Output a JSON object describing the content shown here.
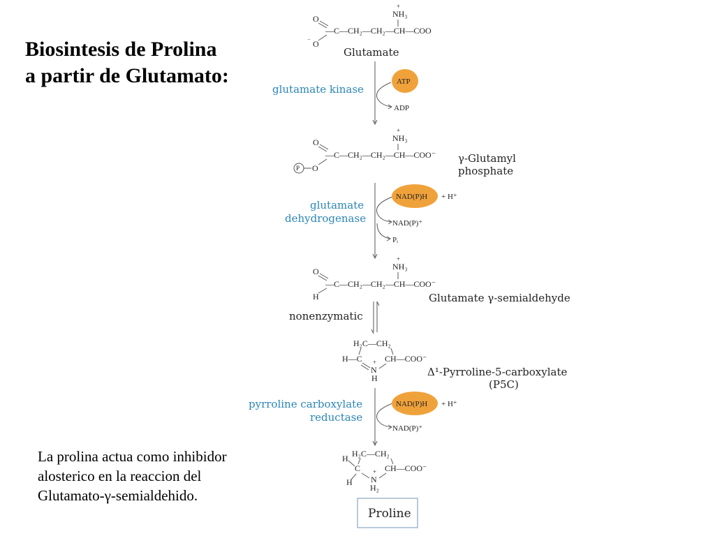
{
  "title": {
    "line1": "Biosintesis de Prolina",
    "line2": "a partir de Glutamato:"
  },
  "note": {
    "line1": "La prolina actua como inhibidor",
    "line2": "alosterico en la reaccion del",
    "line3": "Glutamato-γ-semialdehido."
  },
  "compounds": {
    "glutamate": "Glutamate",
    "glutamyl_phosphate_1": "γ-Glutamyl",
    "glutamyl_phosphate_2": "phosphate",
    "semialdehyde": "Glutamate γ-semialdehyde",
    "p5c_1": "Δ¹-Pyrroline-5-carboxylate",
    "p5c_2": "(P5C)",
    "proline": "Proline"
  },
  "enzymes": {
    "kinase": "glutamate kinase",
    "dehydrogenase_1": "glutamate",
    "dehydrogenase_2": "dehydrogenase",
    "nonenzymatic": "nonenzymatic",
    "reductase_1": "pyrroline carboxylate",
    "reductase_2": "reductase"
  },
  "cofactors": {
    "atp": "ATP",
    "adp": "ADP",
    "nadph_1": "NAD(P)H",
    "hplus_1": "+ H⁺",
    "nadp_1": "NAD(P)⁺",
    "pi": "Pᵢ",
    "nadph_2": "NAD(P)H",
    "hplus_2": "+ H⁺",
    "nadp_2": "NAD(P)⁺"
  },
  "struct": {
    "o": "O",
    "o_minus": "O",
    "c": "C",
    "chain": "—C—CH₂—CH₂—CH—COO",
    "chain_minus": "—C—CH₂—CH₂—CH—COO⁻",
    "nh3": "NH₃",
    "plus": "+",
    "minus": "⁻",
    "p": "P",
    "h": "H",
    "ring_top": "H₂C—CH₂",
    "ring_mid_p5c": "H—C",
    "ring_ch": "CH—COO⁻",
    "n": "N",
    "ring_top_pro": "H₂C—CH₂",
    "h2": "H₂"
  },
  "colors": {
    "enzyme": "#2a86b8",
    "cofactor_oval": "#f0a23a",
    "text": "#222222"
  }
}
